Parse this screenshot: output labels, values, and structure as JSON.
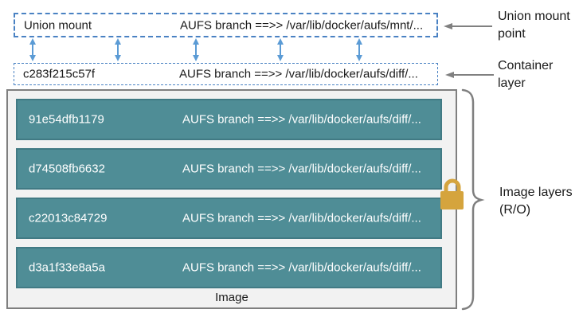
{
  "union_box": {
    "label": "Union mount",
    "path": "AUFS branch ==>> /var/lib/docker/aufs/mnt/..."
  },
  "container_box": {
    "id": "c283f215c57f",
    "path": "AUFS branch ==>> /var/lib/docker/aufs/diff/..."
  },
  "image_box": {
    "label": "Image",
    "layers": [
      {
        "id": "91e54dfb1179",
        "path": "AUFS branch ==>> /var/lib/docker/aufs/diff/..."
      },
      {
        "id": "d74508fb6632",
        "path": "AUFS branch ==>> /var/lib/docker/aufs/diff/..."
      },
      {
        "id": "c22013c84729",
        "path": "AUFS branch ==>> /var/lib/docker/aufs/diff/..."
      },
      {
        "id": "d3a1f33e8a5a",
        "path": "AUFS branch ==>> /var/lib/docker/aufs/diff/..."
      }
    ]
  },
  "annotations": {
    "union_line1": "Union mount",
    "union_line2": "point",
    "container_line1": "Container",
    "container_line2": "layer",
    "layers_line1": "Image layers",
    "layers_line2": "(R/O)"
  },
  "icons": {
    "lock": "lock-icon",
    "up_down_arrows": "double-arrow-icon",
    "pointer_arrows": "left-arrow-icon"
  },
  "colors": {
    "dashed_border_blue": "#4a82c3",
    "arrow_blue": "#5b9bd5",
    "teal_fill": "#4f8d96",
    "teal_border": "#417a84",
    "outer_box_fill": "#f2f2f2",
    "outer_box_border": "#7f7f7f",
    "gray_arrow": "#808080",
    "lock_gold": "#d5a43d",
    "row_text": "#ffffff",
    "text": "#1a1a1a"
  }
}
